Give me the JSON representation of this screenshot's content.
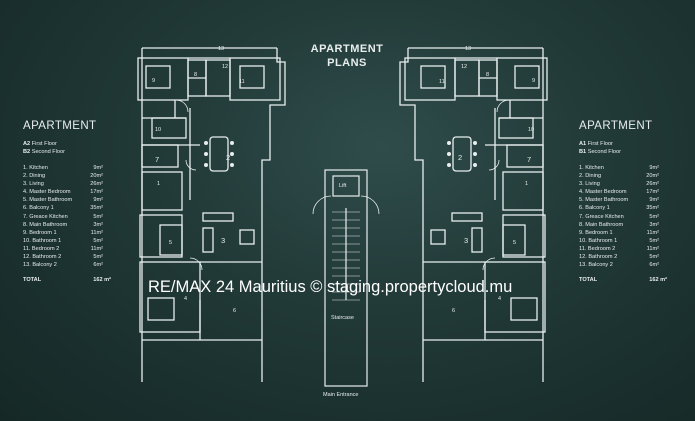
{
  "title": {
    "line1": "APARTMENT",
    "line2": "PLANS"
  },
  "left_apartment": {
    "heading": "APARTMENT",
    "floor1_code": "A2",
    "floor1_name": "First Floor",
    "floor2_code": "B2",
    "floor2_name": "Second Floor",
    "rooms": [
      {
        "name": "1. Kitchen",
        "area": "9m²"
      },
      {
        "name": "2. Dining",
        "area": "20m²"
      },
      {
        "name": "3. Living",
        "area": "26m²"
      },
      {
        "name": "4. Master Bedroom",
        "area": "17m²"
      },
      {
        "name": "5. Master Bathroom",
        "area": "9m²"
      },
      {
        "name": "6. Balcony 1",
        "area": "35m²"
      },
      {
        "name": "7. Greace Kitchen",
        "area": "5m²"
      },
      {
        "name": "8. Main Bathroom",
        "area": "3m²"
      },
      {
        "name": "9. Bedroom 1",
        "area": "11m²"
      },
      {
        "name": "10. Bathroom 1",
        "area": "5m²"
      },
      {
        "name": "11. Bedroom 2",
        "area": "11m²"
      },
      {
        "name": "12. Bathroom 2",
        "area": "5m²"
      },
      {
        "name": "13. Balcony 2",
        "area": "6m²"
      }
    ],
    "total_label": "TOTAL",
    "total_value": "162 m²"
  },
  "right_apartment": {
    "heading": "APARTMENT",
    "floor1_code": "A1",
    "floor1_name": "First Floor",
    "floor2_code": "B1",
    "floor2_name": "Second Floor",
    "rooms": [
      {
        "name": "1. Kitchen",
        "area": "9m²"
      },
      {
        "name": "2. Dining",
        "area": "20m²"
      },
      {
        "name": "3. Living",
        "area": "26m²"
      },
      {
        "name": "4. Master Bedroom",
        "area": "17m²"
      },
      {
        "name": "5. Master Bathroom",
        "area": "9m²"
      },
      {
        "name": "6. Balcony 1",
        "area": "35m²"
      },
      {
        "name": "7. Greace Kitchen",
        "area": "5m²"
      },
      {
        "name": "8. Main Bathroom",
        "area": "3m²"
      },
      {
        "name": "9. Bedroom 1",
        "area": "11m²"
      },
      {
        "name": "10. Bathroom 1",
        "area": "5m²"
      },
      {
        "name": "11. Bedroom 2",
        "area": "11m²"
      },
      {
        "name": "12. Bathroom 2",
        "area": "5m²"
      },
      {
        "name": "13. Balcony 2",
        "area": "6m²"
      }
    ],
    "total_label": "TOTAL",
    "total_value": "162 m²"
  },
  "core": {
    "lift": "Lift",
    "staircase": "Staircase",
    "entrance": "Main Entrance"
  },
  "plan_room_numbers": [
    "1",
    "2",
    "3",
    "4",
    "5",
    "6",
    "7",
    "8",
    "9",
    "10",
    "11",
    "12",
    "13"
  ],
  "watermark": "RE/MAX 24 Mauritius © staging.propertycloud.mu",
  "colors": {
    "background": "#1d3432",
    "lines": "#e8eeee"
  }
}
